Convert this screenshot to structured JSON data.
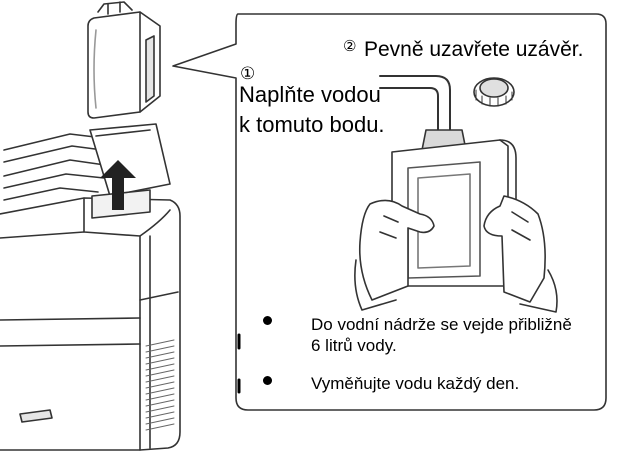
{
  "step2": {
    "number": "②",
    "text": "Pevně uzavřete uzávěr."
  },
  "step1": {
    "number": "①",
    "text": "Naplňte vodou k tomuto bodu."
  },
  "notes": [
    "Do vodní nádrže se vejde přibližně 6 litrů vody.",
    "Vyměňujte vodu každý den."
  ],
  "colors": {
    "line": "#333333",
    "fill": "#ffffff",
    "shade": "#d9d9d9"
  }
}
